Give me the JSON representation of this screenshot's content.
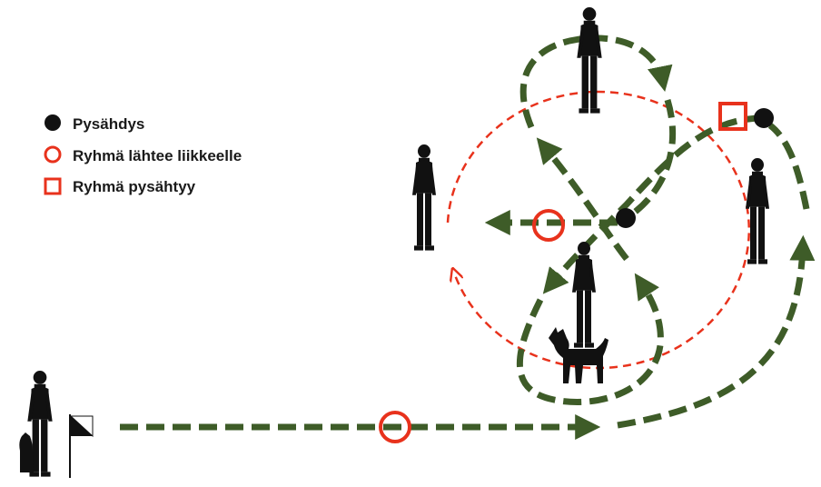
{
  "legend": {
    "stop": "Pysähdys",
    "group_starts": "Ryhmä lähtee liikkeelle",
    "group_stops": "Ryhmä pysähtyy"
  },
  "colors": {
    "path_green": "#3e5c28",
    "marker_red": "#e8321c",
    "stop_black": "#111111"
  },
  "icons": [
    "person-silhouette",
    "dog-silhouette",
    "start-flag",
    "stop-dot",
    "start-circle",
    "stop-square"
  ]
}
